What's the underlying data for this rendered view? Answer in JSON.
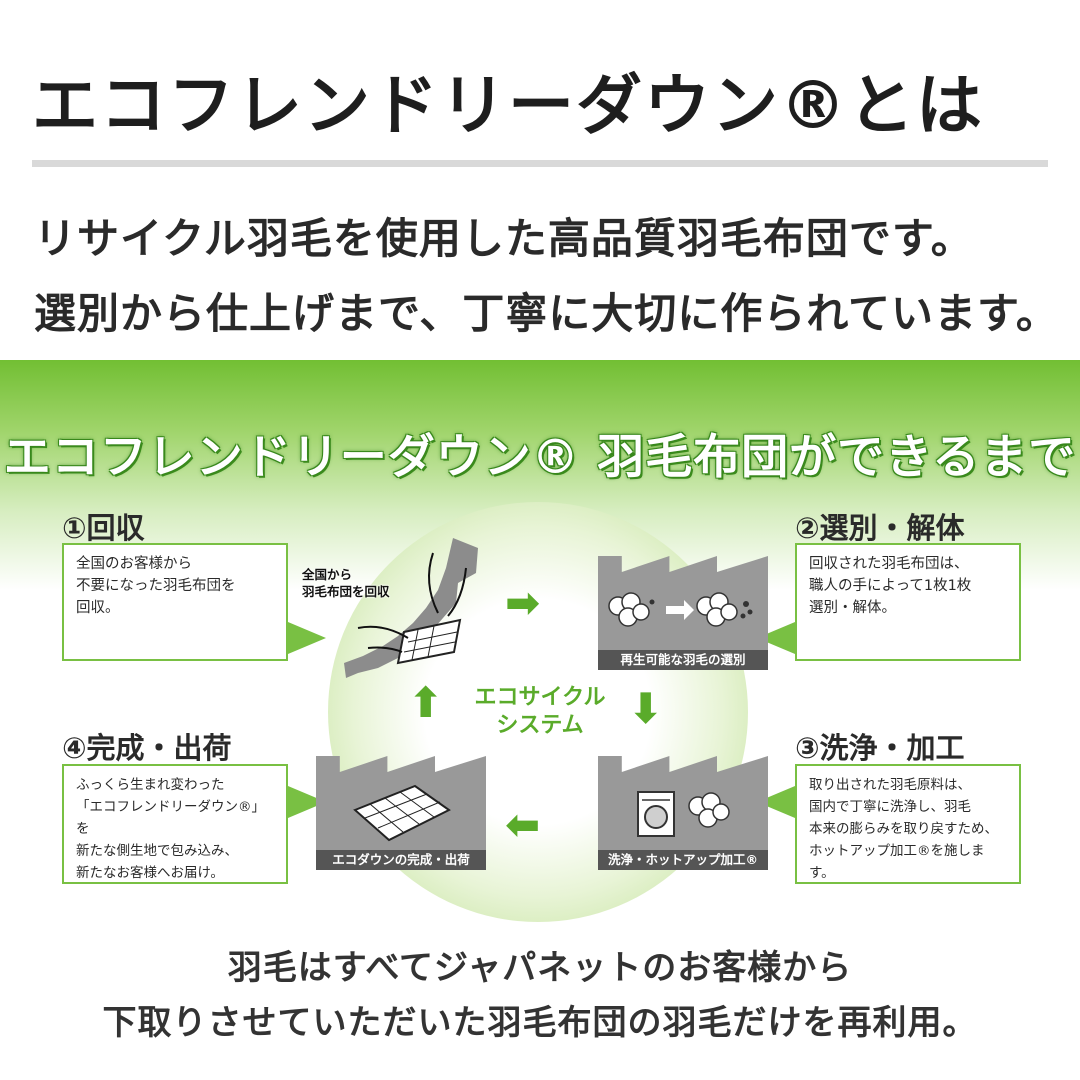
{
  "header": {
    "title": "エコフレンドリーダウン®とは",
    "intro_line1": "リサイクル羽毛を使用した高品質羽毛布団です。",
    "intro_line2": "選別から仕上げまで、丁寧に大切に作られています。"
  },
  "process": {
    "heading": "エコフレンドリーダウン® 羽毛布団ができるまで",
    "center_label_line1": "エコサイクル",
    "center_label_line2": "システム",
    "colors": {
      "green": "#72bf33",
      "dark_green": "#5aab2a",
      "box_border": "#79c043"
    },
    "steps": [
      {
        "title": "①回収",
        "lines": [
          "全国のお客様から",
          "不要になった羽毛布団を",
          "回収。"
        ],
        "image_label_line1": "全国から",
        "image_label_line2": "羽毛布団を回収"
      },
      {
        "title": "②選別・解体",
        "lines": [
          "回収された羽毛布団は、",
          "職人の手によって1枚1枚",
          "選別・解体。"
        ],
        "image_label": "再生可能な羽毛の選別"
      },
      {
        "title": "③洗浄・加工",
        "lines": [
          "取り出された羽毛原料は、",
          "国内で丁寧に洗浄し、羽毛",
          "本来の膨らみを取り戻すため、",
          "ホットアップ加工®を施します。"
        ],
        "image_label": "洗浄・ホットアップ加工®"
      },
      {
        "title": "④完成・出荷",
        "lines": [
          "ふっくら生まれ変わった",
          "「エコフレンドリーダウン®」を",
          "新たな側生地で包み込み、",
          "新たなお客様へお届け。"
        ],
        "image_label": "エコダウンの完成・出荷"
      }
    ],
    "icons": [
      "japan-map-icon",
      "feather-cluster-icon",
      "washing-machine-icon",
      "futon-icon",
      "arrow-icon"
    ]
  },
  "footer": {
    "line1": "羽毛はすべてジャパネットのお客様から",
    "line2": "下取りさせていただいた羽毛布団の羽毛だけを再利用。"
  }
}
